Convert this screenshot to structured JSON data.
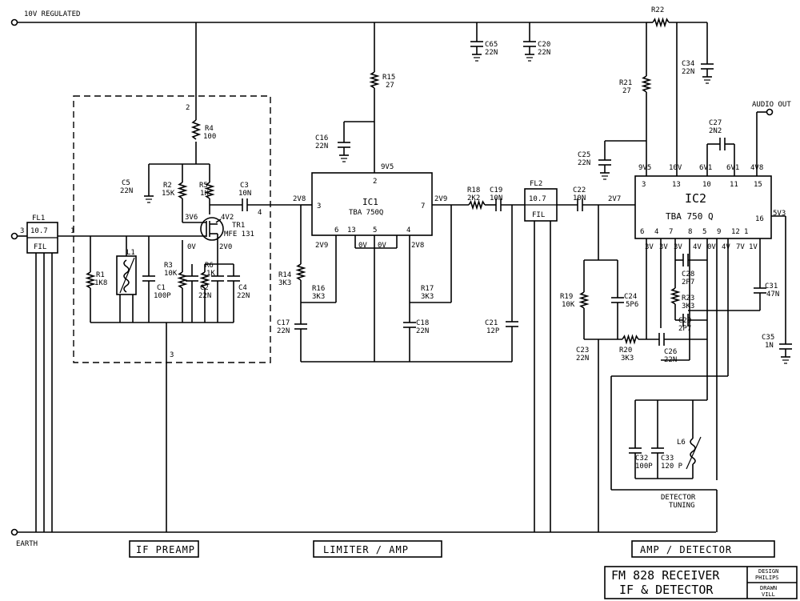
{
  "rails": {
    "supply": "10V REGULATED",
    "ground": "EARTH"
  },
  "sections": {
    "preamp": "IF PREAMP",
    "limiter": "LIMITER / AMP",
    "detector": "AMP / DETECTOR"
  },
  "title_block": {
    "line1": "FM 828 RECEIVER",
    "line2": "IF & DETECTOR",
    "design_label": "DESIGN",
    "design_value": "PHILIPS",
    "drawn_label": "DRAWN",
    "drawn_value": "VILL"
  },
  "filters": {
    "fl1": {
      "name": "FL1",
      "freq": "10.7",
      "type": "FIL",
      "pin_left": "3",
      "pin_right": "1"
    },
    "fl2": {
      "name": "FL2",
      "freq": "10.7",
      "type": "FIL"
    }
  },
  "preamp": {
    "box_pins": {
      "top": "2",
      "bottom": "3",
      "out": "4"
    },
    "tr1": {
      "name": "TR1",
      "type": "MFE 131",
      "v_gate": "3V6",
      "v_drain": "4V2",
      "v_src": "2V0",
      "v_g2": "0V"
    },
    "r4": {
      "name": "R4",
      "value": "100"
    },
    "r2": {
      "name": "R2",
      "value": "15K"
    },
    "r5": {
      "name": "R5",
      "value": "1K"
    },
    "c5": {
      "name": "C5",
      "value": "22N"
    },
    "c3": {
      "name": "C3",
      "value": "10N"
    },
    "r1": {
      "name": "R1",
      "value": "1K8"
    },
    "l1": {
      "name": "L1"
    },
    "c1": {
      "name": "C1",
      "value": "100P"
    },
    "r3": {
      "name": "R3",
      "value": "10K"
    },
    "r6": {
      "name": "R6",
      "value": "1K"
    },
    "c2": {
      "name": "C2",
      "value": "22N"
    },
    "c4": {
      "name": "C4",
      "value": "22N"
    }
  },
  "limiter": {
    "ic1": {
      "name": "IC1",
      "type": "TBA 750Q"
    },
    "pins": {
      "p2": "2",
      "p3": "3",
      "p7": "7",
      "p6": "6",
      "p13": "13",
      "p5": "5",
      "p4": "4"
    },
    "volts": {
      "v9v5": "9V5",
      "v2v8a": "2V8",
      "v2v9a": "2V9",
      "v2v9b": "2V9",
      "v0va": "0V",
      "v0vb": "0V",
      "v2v8b": "2V8"
    },
    "r15": {
      "name": "R15",
      "value": "27"
    },
    "c16": {
      "name": "C16",
      "value": "22N"
    },
    "r14": {
      "name": "R14",
      "value": "3K3"
    },
    "r16": {
      "name": "R16",
      "value": "3K3"
    },
    "c17": {
      "name": "C17",
      "value": "22N"
    },
    "r17": {
      "name": "R17",
      "value": "3K3"
    },
    "c18": {
      "name": "C18",
      "value": "22N"
    },
    "r18": {
      "name": "R18",
      "value": "2K2"
    },
    "c19": {
      "name": "C19",
      "value": "10N"
    },
    "c21": {
      "name": "C21",
      "value": "12P"
    },
    "c65": {
      "name": "C65",
      "value": "22N"
    },
    "c20": {
      "name": "C20",
      "value": "22N"
    }
  },
  "detector": {
    "ic2": {
      "name": "IC2",
      "type": "TBA 750 Q"
    },
    "top_pins": [
      "3",
      "13",
      "10",
      "11",
      "15"
    ],
    "bottom_pins": [
      "6",
      "4",
      "7",
      "8",
      "5",
      "9",
      "12",
      "1"
    ],
    "pin16": "16",
    "pin_volts_top": [
      "9V5",
      "10V",
      "6V1",
      "6V1",
      "4V8"
    ],
    "pin_volts_bottom": [
      "3V",
      "3V",
      "3V",
      "4V",
      "0V",
      "4V",
      "7V",
      "1V"
    ],
    "v_in": "2V7",
    "v_16": "5V3",
    "audio_out": "AUDIO OUT",
    "r22": {
      "name": "R22"
    },
    "c34": {
      "name": "C34",
      "value": "22N"
    },
    "r21": {
      "name": "R21",
      "value": "27"
    },
    "c25": {
      "name": "C25",
      "value": "22N"
    },
    "c27": {
      "name": "C27",
      "value": "2N2"
    },
    "c22": {
      "name": "C22",
      "value": "10N"
    },
    "r19": {
      "name": "R19",
      "value": "10K"
    },
    "c24": {
      "name": "C24",
      "value": "5P6"
    },
    "c23": {
      "name": "C23",
      "value": "22N"
    },
    "r20": {
      "name": "R20",
      "value": "3K3"
    },
    "c28": {
      "name": "C28",
      "value": "2P7"
    },
    "r23": {
      "name": "R23",
      "value": "3K3"
    },
    "c29": {
      "name": "C29",
      "value": "2P7"
    },
    "c26": {
      "name": "C26",
      "value": "22N"
    },
    "c31": {
      "name": "C31",
      "value": "47N"
    },
    "c35": {
      "name": "C35",
      "value": "1N"
    },
    "l6": {
      "name": "L6"
    },
    "c32": {
      "name": "C32",
      "value": "100P"
    },
    "c33": {
      "name": "C33",
      "value": "120 P"
    },
    "tuning_line1": "DETECTOR",
    "tuning_line2": "TUNING"
  }
}
